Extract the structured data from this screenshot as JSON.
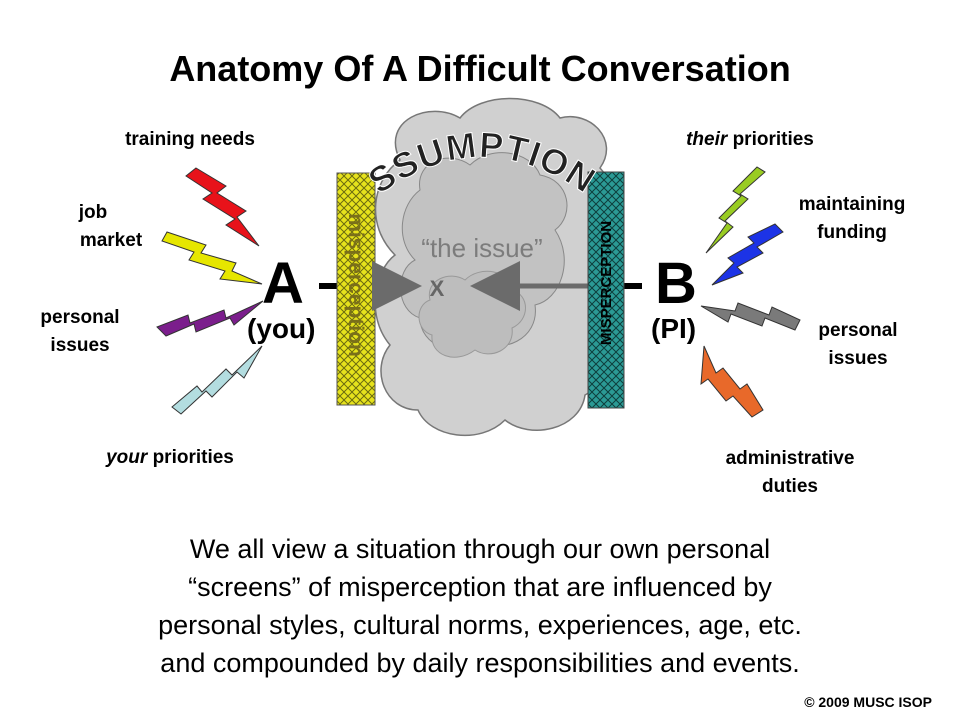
{
  "title": "Anatomy Of A Difficult Conversation",
  "left_labels": {
    "training_needs": "training needs",
    "job_market_1": "job",
    "job_market_2": "market",
    "personal_issues_1": "personal",
    "personal_issues_2": "issues",
    "your_priorities_em": "your",
    "your_priorities_rest": " priorities"
  },
  "right_labels": {
    "their_priorities_em": "their",
    "their_priorities_rest": " priorities",
    "maintaining_funding_1": "maintaining",
    "maintaining_funding_2": "funding",
    "personal_issues_1": "personal",
    "personal_issues_2": "issues",
    "administrative_duties_1": "administrative",
    "administrative_duties_2": "duties"
  },
  "party_a": {
    "letter": "A",
    "role": "(you)"
  },
  "party_b": {
    "letter": "B",
    "role": "(PI)"
  },
  "screen_left_text": "misperception",
  "screen_right_text": "MISPERCEPTION",
  "assumptions_text": "ASSUMPTIONS",
  "issue_text": "“the issue”",
  "x_mark": "X",
  "body_lines": [
    "We all view a situation through our own personal",
    "“screens” of misperception that are influenced by",
    "personal styles, cultural norms, experiences, age, etc.",
    "and compounded by daily responsibilities and events."
  ],
  "copyright": "© 2009 MUSC ISOP",
  "colors": {
    "bolt_training_needs": "#e8121a",
    "bolt_job_market": "#e6e600",
    "bolt_personal_left": "#7b1e8c",
    "bolt_your_priorities": "#b3dde0",
    "bolt_their_priorities": "#99cc22",
    "bolt_maintaining_funding": "#1c33e6",
    "bolt_personal_right": "#7a7a7a",
    "bolt_administrative_duties": "#e8692a",
    "screen_left": "#e6e21c",
    "screen_right": "#2b9a95",
    "cloud": "#d0d0d0"
  }
}
